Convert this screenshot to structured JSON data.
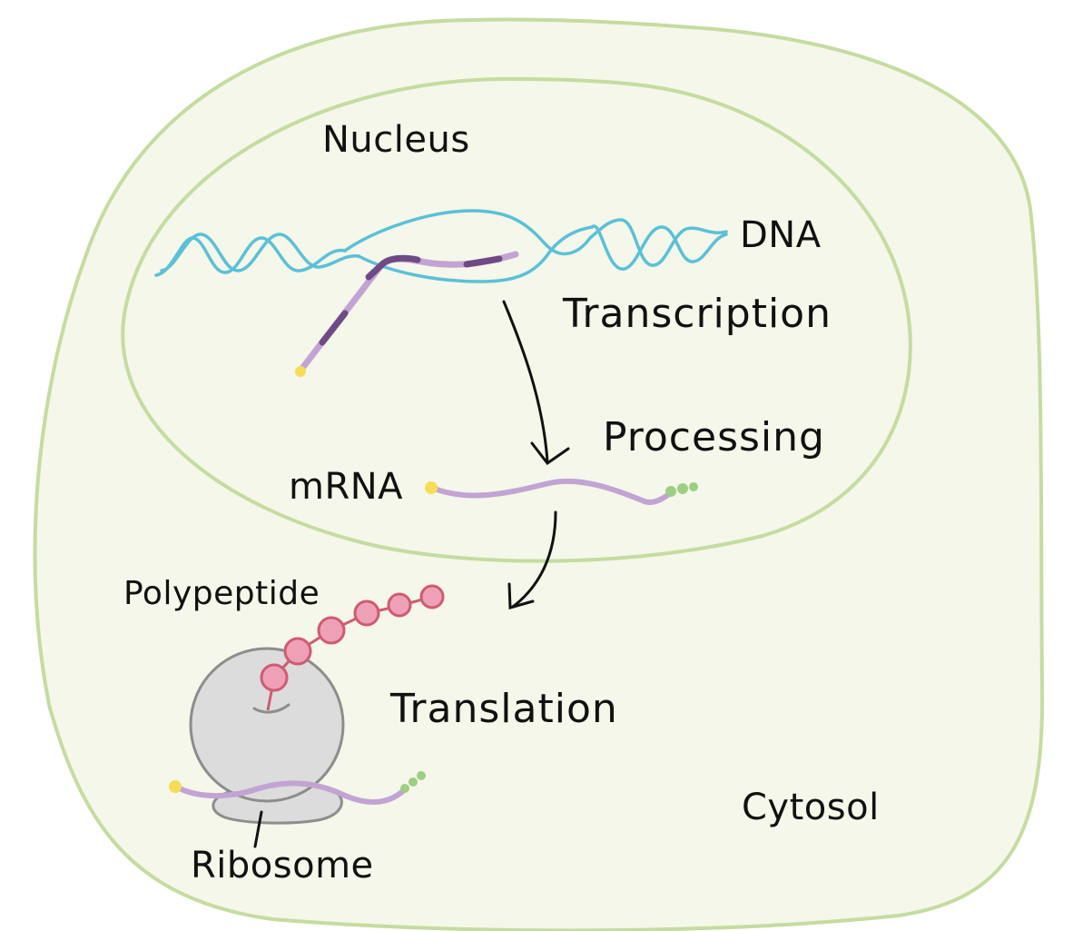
{
  "labels": {
    "nucleus": "Nucleus",
    "dna": "DNA",
    "transcription": "Transcription",
    "processing": "Processing",
    "mrna": "mRNA",
    "polypeptide": "Polypeptide",
    "translation": "Translation",
    "cytosol": "Cytosol",
    "ribosome": "Ribosome"
  },
  "colors": {
    "cell_fill": "#f4f7e9",
    "membrane": "#c5dca0",
    "dna": "#5bc0d8",
    "rna_light": "#c3a3d3",
    "rna_dark": "#6f4a86",
    "cap": "#f7dc5a",
    "tail": "#9ccf84",
    "protein_fill": "#eea1b6",
    "protein_stroke": "#cf5b72",
    "ribosome_fill": "#dcdcdc",
    "ribosome_stroke": "#8d8d8d",
    "arrow": "#111111"
  }
}
